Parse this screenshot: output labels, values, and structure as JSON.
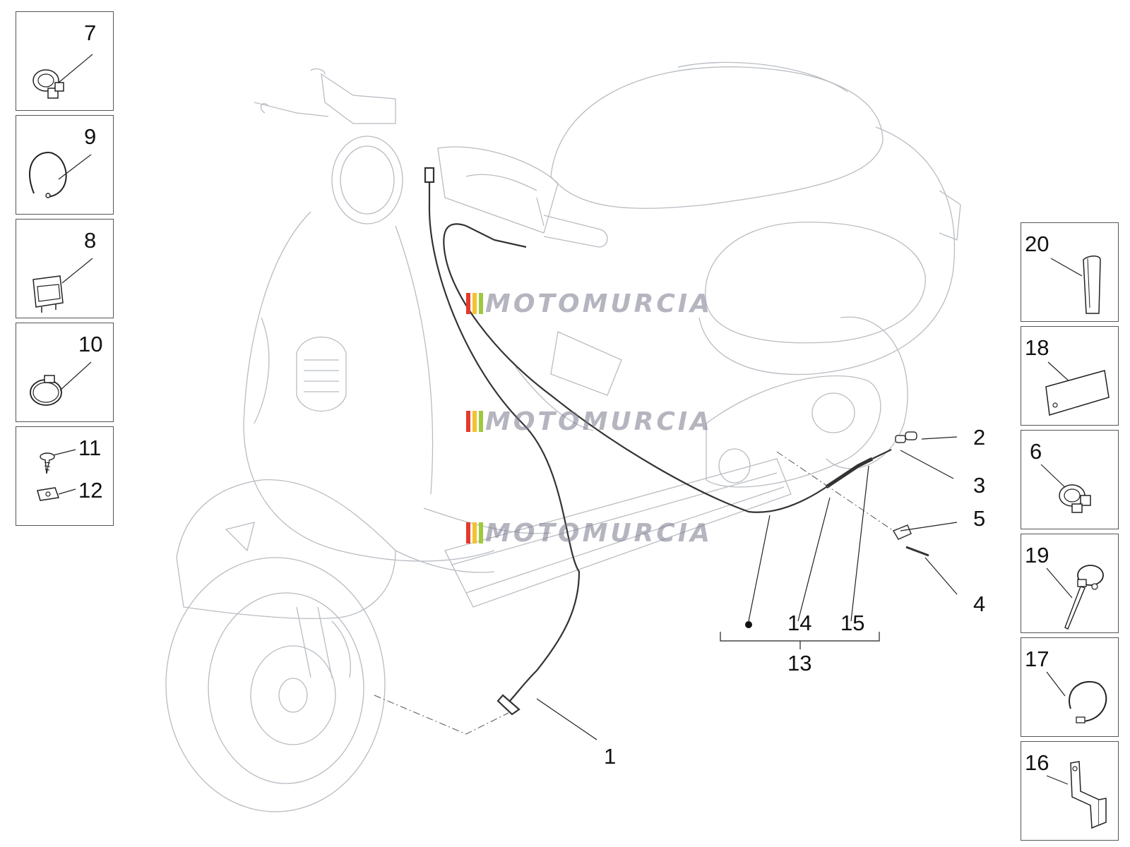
{
  "diagram": {
    "watermark": "MOTOMURCIA",
    "watermark_colors": [
      "#e23b2e",
      "#f2c230",
      "#9fc93c",
      "#d9d9d9"
    ],
    "left_boxes": [
      {
        "label": "7",
        "part": "hose-clamp"
      },
      {
        "label": "9",
        "part": "wire-clip"
      },
      {
        "label": "8",
        "part": "cable-clip"
      },
      {
        "label": "10",
        "part": "band-clamp"
      },
      {
        "label": "11",
        "part": "screw",
        "second_label": "12",
        "second_part": "clip-nut"
      }
    ],
    "right_boxes": [
      {
        "label": "20",
        "part": "sleeve"
      },
      {
        "label": "18",
        "part": "label-plate"
      },
      {
        "label": "6",
        "part": "hose-clamp"
      },
      {
        "label": "19",
        "part": "cable-tie-clamp"
      },
      {
        "label": "17",
        "part": "wire-clip"
      },
      {
        "label": "16",
        "part": "bracket"
      }
    ],
    "callouts": {
      "c1": "1",
      "c2": "2",
      "c3": "3",
      "c4": "4",
      "c5": "5",
      "c13": "13",
      "c14": "14",
      "c15": "15"
    }
  }
}
